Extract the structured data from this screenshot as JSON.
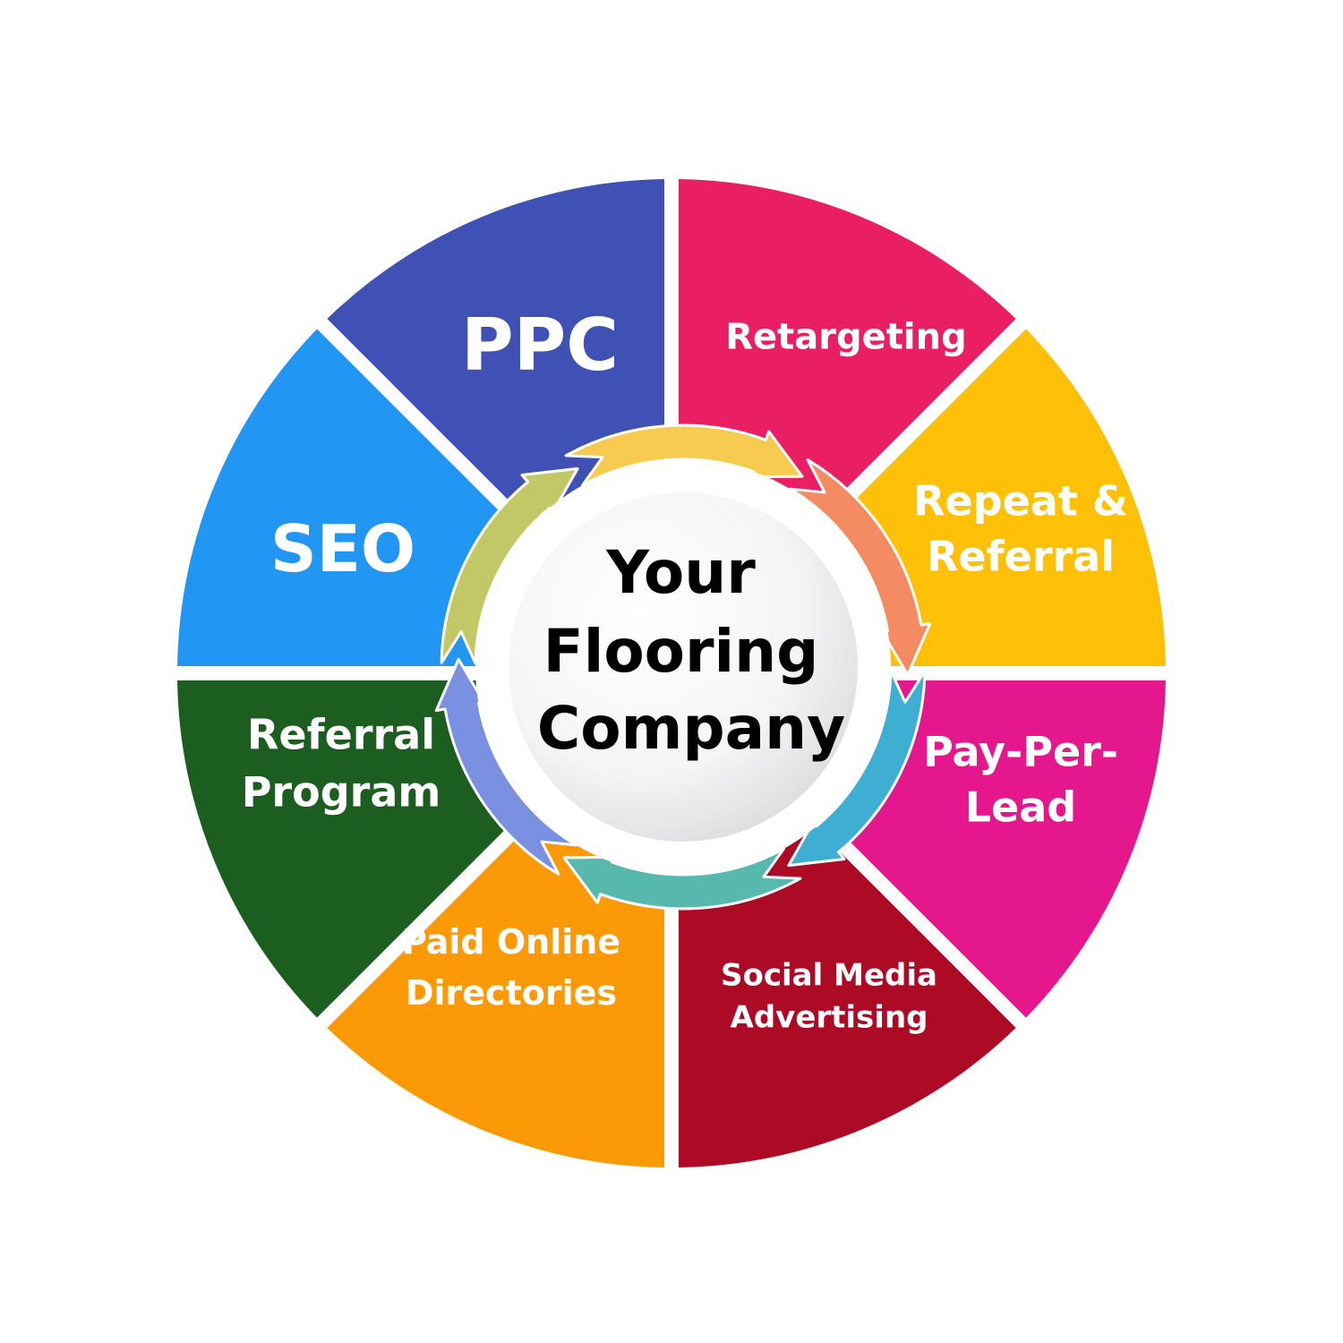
{
  "diagram": {
    "center": {
      "lines": [
        "Your",
        "Flooring",
        "Company"
      ]
    },
    "segments": [
      {
        "id": "retargeting",
        "lines": [
          "Retargeting"
        ],
        "color": "#E91E63"
      },
      {
        "id": "repeat-referral",
        "lines": [
          "Repeat &",
          "Referral"
        ],
        "color": "#FFC107"
      },
      {
        "id": "pay-per-lead",
        "lines": [
          "Pay-Per-",
          "Lead"
        ],
        "color": "#E5178D"
      },
      {
        "id": "social-media-advertising",
        "lines": [
          "Social Media",
          "Advertising"
        ],
        "color": "#AD0A26"
      },
      {
        "id": "paid-online-directories",
        "lines": [
          "Paid Online",
          "Directories"
        ],
        "color": "#FB9A06"
      },
      {
        "id": "referral-program",
        "lines": [
          "Referral",
          "Program"
        ],
        "color": "#1B5E20"
      },
      {
        "id": "seo",
        "lines": [
          "SEO"
        ],
        "color": "#2196F3"
      },
      {
        "id": "ppc",
        "lines": [
          "PPC"
        ],
        "color": "#3F51B5"
      }
    ],
    "ring_arrows": [
      {
        "id": "ring-arrow-top",
        "color": "#F7CA50"
      },
      {
        "id": "ring-arrow-right-upper",
        "color": "#F58B62"
      },
      {
        "id": "ring-arrow-right-lower",
        "color": "#3EAFD3"
      },
      {
        "id": "ring-arrow-bottom",
        "color": "#57B9AD"
      },
      {
        "id": "ring-arrow-left-lower",
        "color": "#7A91E2"
      },
      {
        "id": "ring-arrow-left-upper",
        "color": "#C3C866"
      }
    ]
  }
}
